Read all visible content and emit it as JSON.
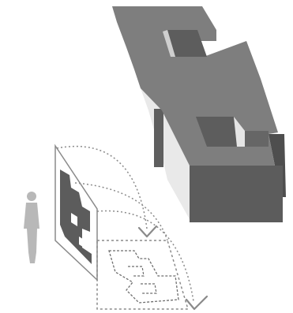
{
  "diagram": {
    "colors": {
      "background": "#ffffff",
      "top_face": "#7e7e7e",
      "dark_face": "#5c5c5c",
      "light_face": "#e8e8e8",
      "mid_face": "#cfcfcf",
      "outline": "#8a8a8a",
      "person": "#b8b8b8",
      "arrow": "#8a8a8a"
    },
    "elements": {
      "building": "3d-block-building",
      "panel": "vertical-panel-with-floorplan",
      "floor": "floor-plan-outline",
      "person": "standing-person-silhouette",
      "arrows": [
        "fold-arrow-1",
        "fold-arrow-2"
      ]
    }
  }
}
